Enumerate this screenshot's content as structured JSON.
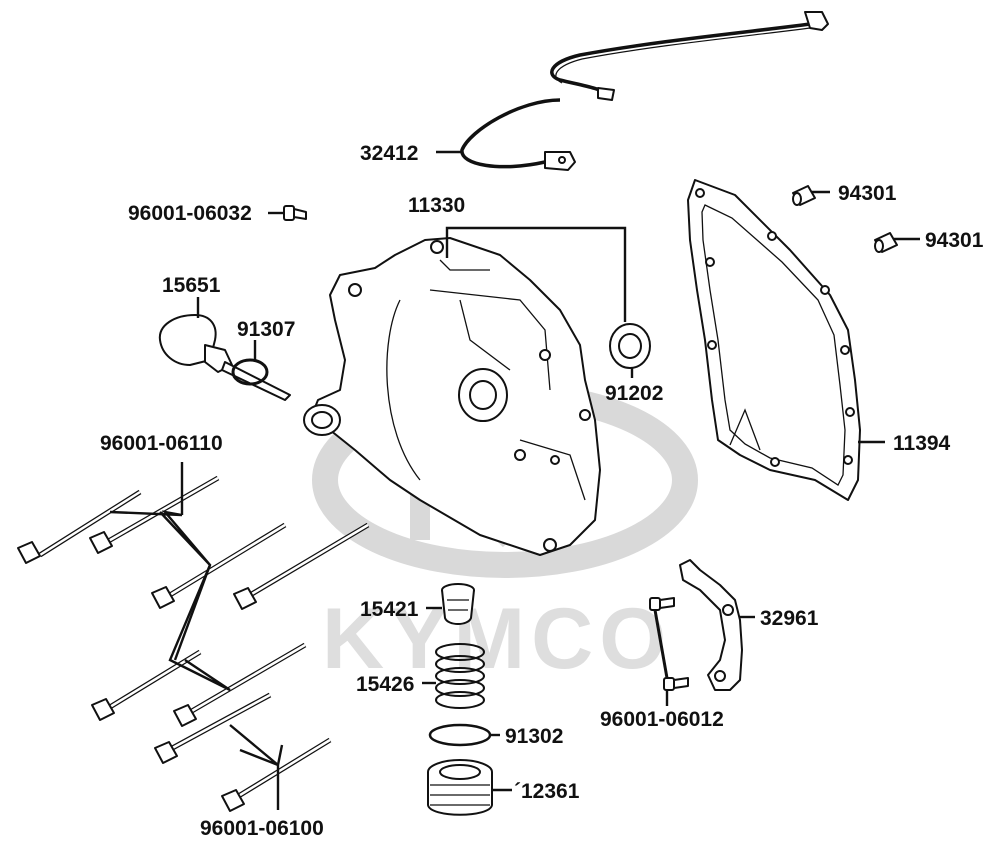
{
  "watermark": {
    "brand": "KYMCO",
    "color": "#dedede"
  },
  "labels": {
    "p32412": "32412",
    "p96001_06032": "96001-06032",
    "p11330": "11330",
    "p94301_a": "94301",
    "p94301_b": "94301",
    "p15651": "15651",
    "p91307": "91307",
    "p91202": "91202",
    "p11394": "11394",
    "p96001_06110": "96001-06110",
    "p15421": "15421",
    "p32961": "32961",
    "p15426": "15426",
    "p96001_06012": "96001-06012",
    "p91302": "91302",
    "p12361": "´12361",
    "p96001_06100": "96001-06100"
  }
}
